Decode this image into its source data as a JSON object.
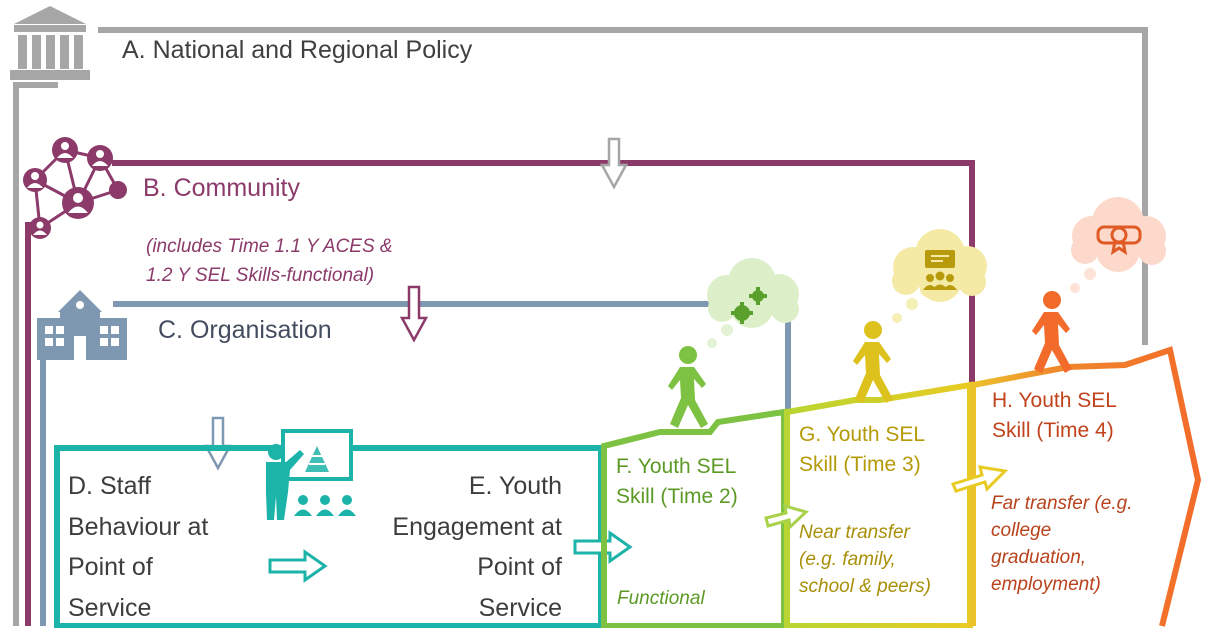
{
  "diagram": {
    "policy": {
      "label": "A. National and Regional Policy",
      "icon": "government-building-icon",
      "color": "#a6a6a6"
    },
    "community": {
      "label": "B. Community",
      "note_lines": [
        "(includes Time 1.1 Y ACES &",
        "1.2 Y SEL Skills-functional)"
      ],
      "icon": "network-people-icon",
      "color": "#8b3a6a"
    },
    "organisation": {
      "label": "C. Organisation",
      "icon": "school-building-icon",
      "color": "#7f98b2"
    },
    "staff": {
      "label_lines": [
        "D. Staff",
        "Behaviour at",
        "Point of",
        "Service"
      ],
      "icon": "teacher-presenting-icon",
      "color": "#1cb3a8"
    },
    "engagement": {
      "label_lines": [
        "E. Youth",
        "Engagement at",
        "Point of",
        "Service"
      ]
    },
    "time2": {
      "label_lines": [
        "F. Youth SEL",
        "Skill (Time 2)"
      ],
      "note": "Functional",
      "color": "#7dc242",
      "thought_icon": "gears-icon"
    },
    "time3": {
      "label_lines": [
        "G. Youth SEL",
        "Skill (Time 3)"
      ],
      "note_lines": [
        "Near transfer",
        "(e.g. family,",
        "school & peers)"
      ],
      "color": "#d9c21c",
      "thought_icon": "presentation-group-icon"
    },
    "time4": {
      "label_lines": [
        "H. Youth SEL",
        "Skill (Time 4)"
      ],
      "note_lines": [
        "Far transfer (e.g.",
        "college",
        "graduation,",
        "employment)"
      ],
      "color": "#f26b2a",
      "thought_icon": "diploma-icon"
    }
  }
}
